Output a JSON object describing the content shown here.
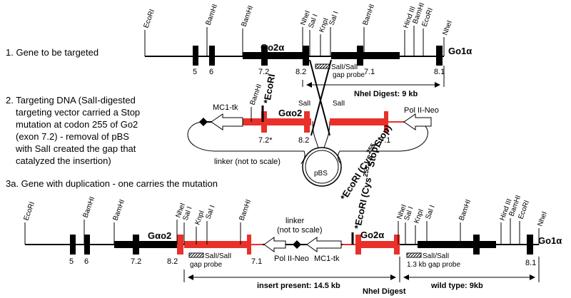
{
  "colors": {
    "line": "#000000",
    "red": "#e8312a",
    "white": "#ffffff"
  },
  "section1": {
    "caption": "1. Gene to be targeted",
    "gene_label": "Go1α",
    "domain_label": "Go2α",
    "sites": [
      "EcoRI",
      "BamHI",
      "BamHI",
      "NheI",
      "Sal I",
      "KnpI",
      "Sal I",
      "BamHI",
      "Hind III",
      "BamHI",
      "EcoRI",
      "NheI"
    ],
    "exons": [
      "5",
      "6",
      "7.2",
      "8.2",
      "7.1",
      "8.1"
    ],
    "probe_label_1": "SalI/SalI",
    "probe_label_2": "gap probe",
    "digest_label": "NheI Digest: 9 kb"
  },
  "section2": {
    "caption_lines": [
      "2. Targeting DNA (SalI-digested",
      "targeting vector carried a Stop",
      "mutation at codon 255 of Go2",
      "(exon 7.2) - removal of pBS",
      "with SalI created the gap that",
      "catalyzed the insertion)"
    ],
    "mc1_label": "MC1-tk",
    "bamhi_label": "BamHI",
    "ecori_star": "*EcoRI",
    "domain_label": "Gαo2",
    "sali_1": "SalI",
    "sali_2": "SalI",
    "polii_label": "Pol II-Neo",
    "exons": [
      "7.2*",
      "8.2",
      "7.1"
    ],
    "linker_label": "linker (not to scale)",
    "pbs_label": "pBS",
    "diagonal_label": "*EcoRI (Cys",
    "diagonal_sup": "255",
    "diagonal_end": "Stop)"
  },
  "section3": {
    "caption": "3a. Gene with duplication - one carries the mutation",
    "gene_label": "Go1α",
    "domain_left": "Gαo2",
    "domain_right": "Go2α",
    "sites_left": [
      "EcoRI",
      "BamHI",
      "BamHI",
      "NheI",
      "Sal I",
      "KnpI",
      "Sal I",
      "BamHI"
    ],
    "sites_right": [
      "NheI",
      "Sal I",
      "KnpI",
      "Sal I",
      "BamHI",
      "Hind III",
      "BamHI",
      "EcoRI",
      "NheI"
    ],
    "exons": [
      "5",
      "6",
      "7.2",
      "8.2",
      "7.1",
      "8.1"
    ],
    "linker_1": "linker",
    "linker_2": "(not to scale)",
    "polii_label": "Pol II-Neo",
    "mc1_label": "MC1-tk",
    "ecori_star": "*EcoRI (Cys",
    "ecori_sup": "255",
    "ecori_end": "Stop)",
    "probe_left_1": "SalI/SalI",
    "probe_left_2": "gap probe",
    "probe_right_1": "SalI/SalI",
    "probe_right_2": "1.3 kb gap probe",
    "insert_label": "insert present: 14.5 kb",
    "digest_label": "NheI Digest",
    "wildtype_label": "wild type: 9kb"
  }
}
